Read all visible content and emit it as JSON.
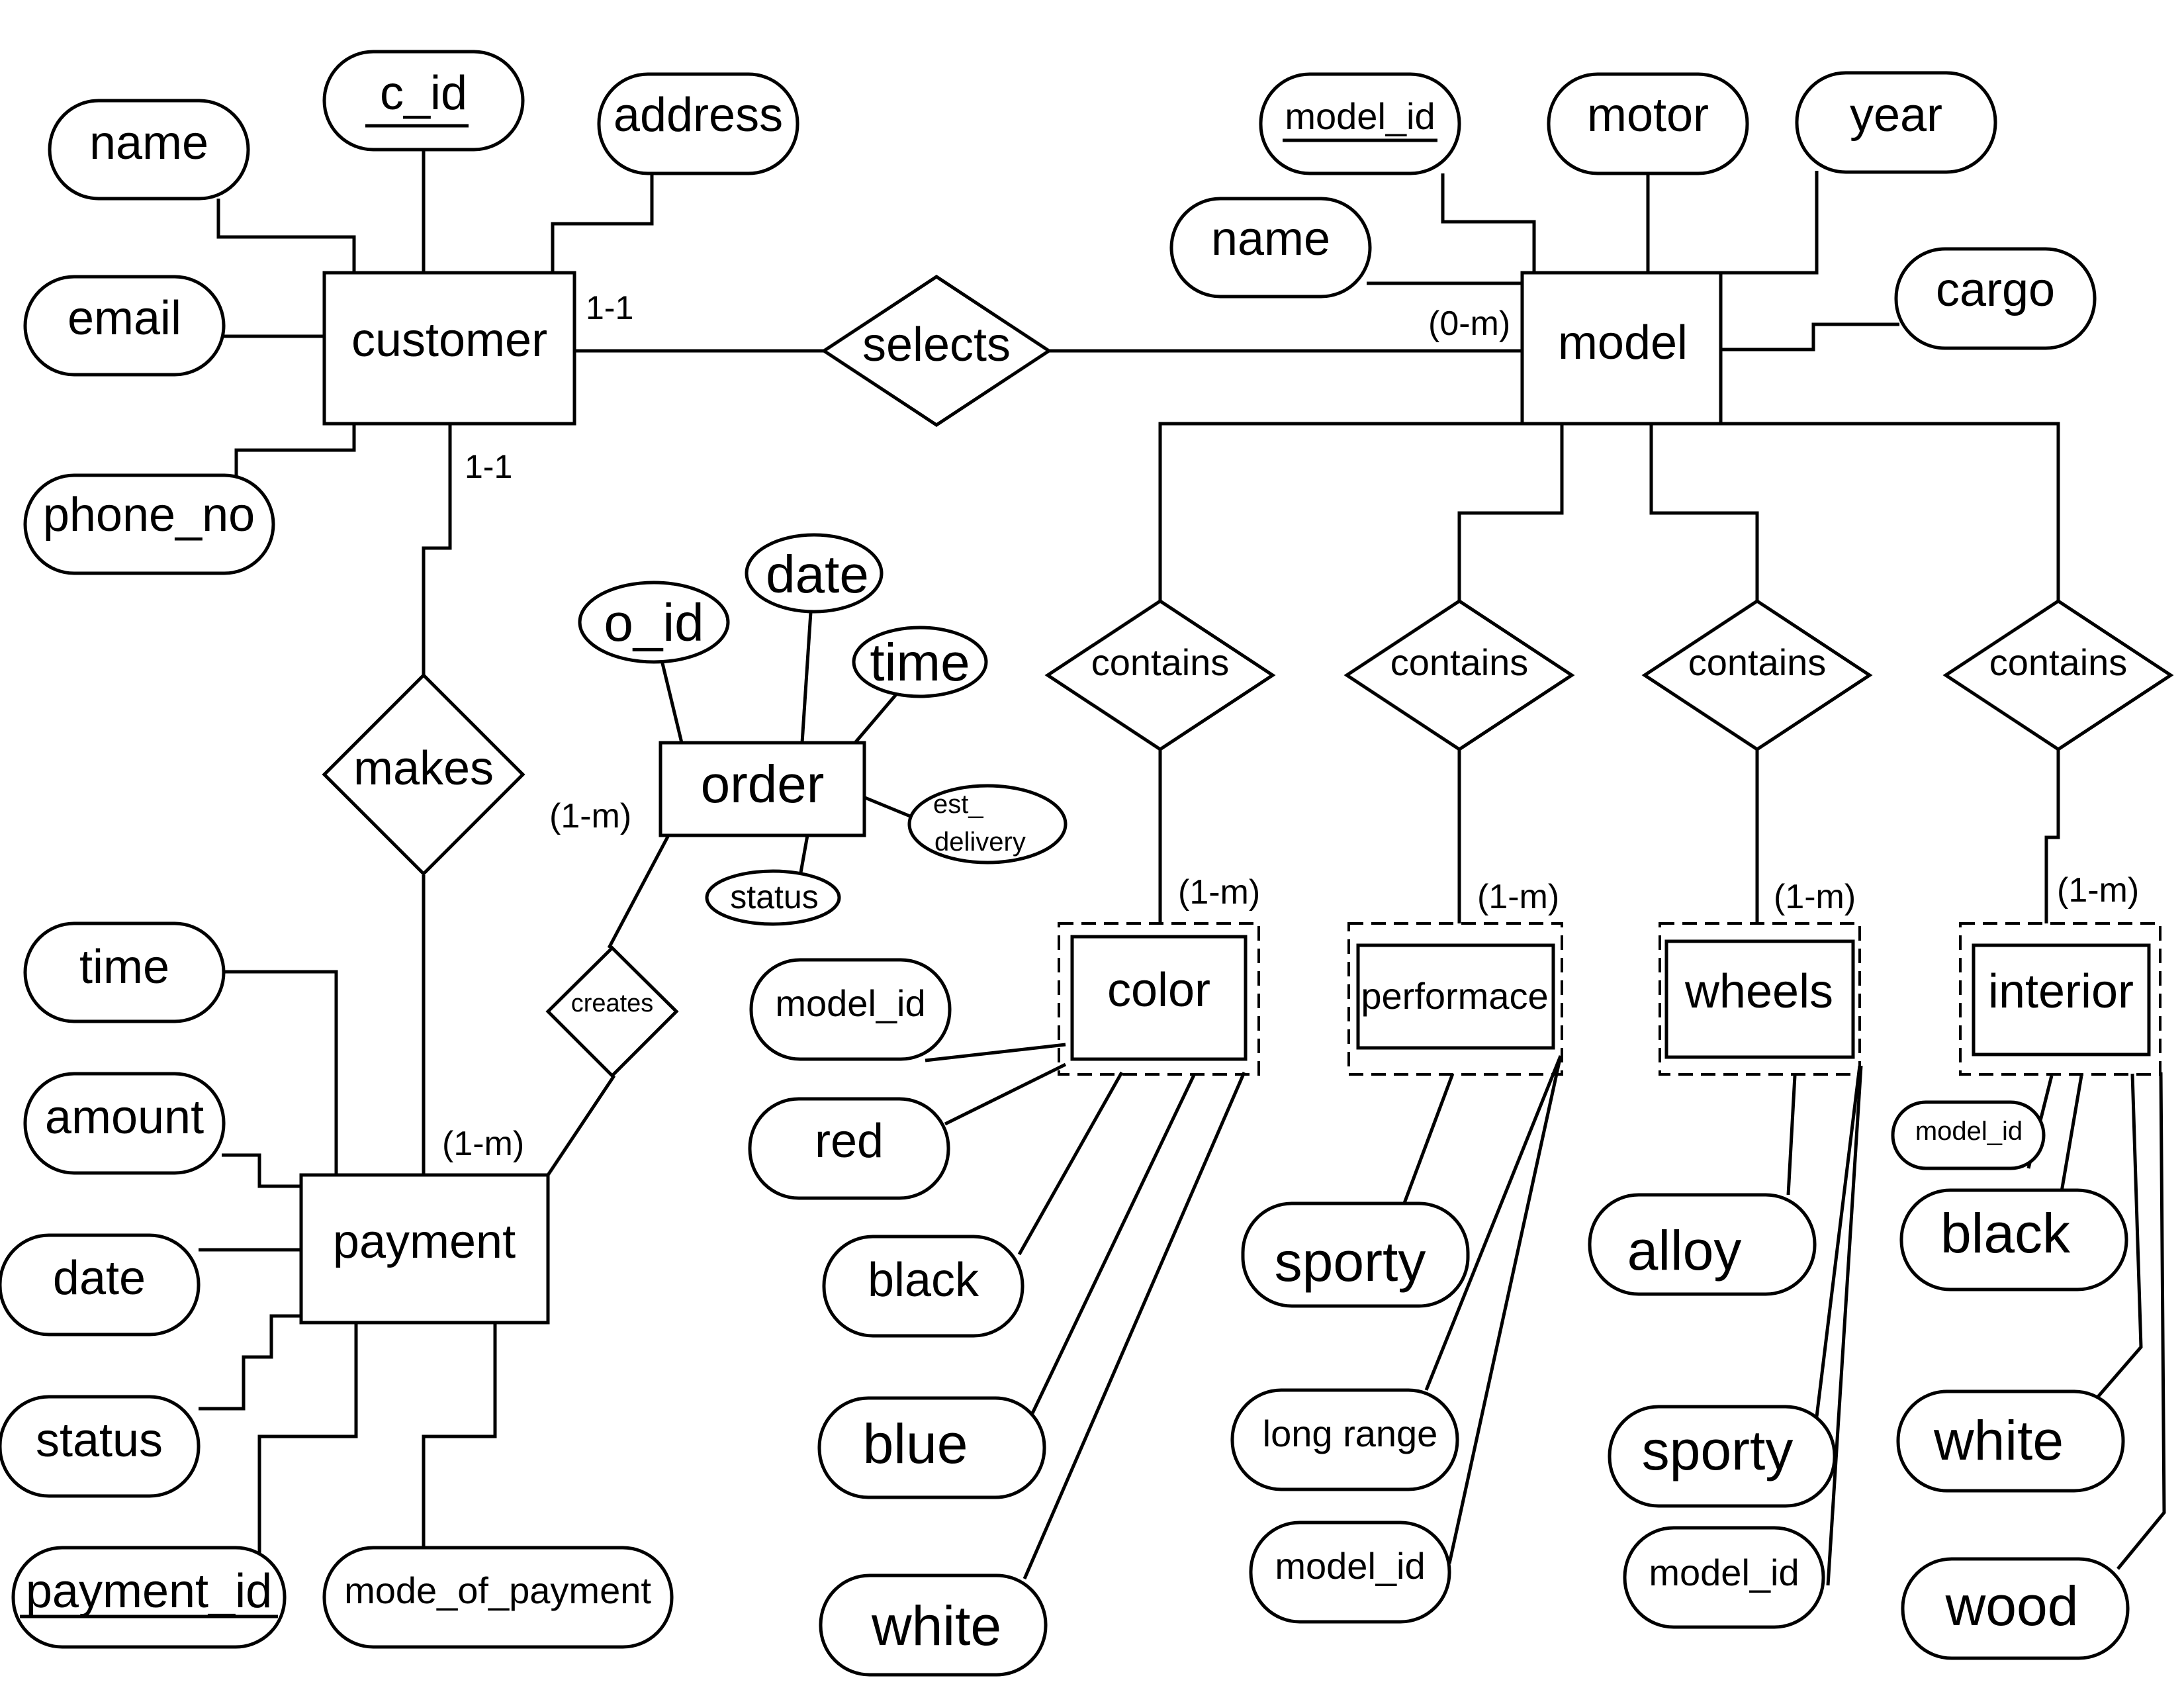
{
  "customer": {
    "entity": "customer",
    "attrs": {
      "c_id": "c_id",
      "name": "name",
      "address": "address",
      "email": "email",
      "phone_no": "phone_no"
    }
  },
  "model": {
    "entity": "model",
    "attrs": {
      "model_id": "model_id",
      "motor": "motor",
      "year": "year",
      "name": "name",
      "cargo": "cargo"
    }
  },
  "order": {
    "entity": "order",
    "attrs": {
      "o_id": "o_id",
      "date": "date",
      "time": "time",
      "est_delivery_1": "est_",
      "est_delivery_2": "delivery",
      "status": "status"
    }
  },
  "payment": {
    "entity": "payment",
    "attrs": {
      "time": "time",
      "amount": "amount",
      "date": "date",
      "status": "status",
      "payment_id": "payment_id",
      "mode_of_payment": "mode_of_payment"
    }
  },
  "relationships": {
    "selects": "selects",
    "makes": "makes",
    "creates": "creates",
    "contains": "contains"
  },
  "cardinality": {
    "customer_selects": "1-1",
    "model_selects": "(0-m)",
    "customer_makes": "1-1",
    "order_creates": "(1-m)",
    "payment_makes": "(1-m)",
    "color": "(1-m)",
    "performance": "(1-m)",
    "wheels": "(1-m)",
    "interior": "(1-m)"
  },
  "color": {
    "entity": "color",
    "attrs": {
      "model_id": "model_id",
      "red": "red",
      "black": "black",
      "blue": "blue",
      "white": "white"
    }
  },
  "performance": {
    "entity": "performace",
    "attrs": {
      "sporty": "sporty",
      "long_range": "long range",
      "model_id": "model_id"
    }
  },
  "wheels": {
    "entity": "wheels",
    "attrs": {
      "alloy": "alloy",
      "sporty": "sporty",
      "model_id": "model_id"
    }
  },
  "interior": {
    "entity": "interior",
    "attrs": {
      "model_id": "model_id",
      "black": "black",
      "white": "white",
      "wood": "wood"
    }
  }
}
